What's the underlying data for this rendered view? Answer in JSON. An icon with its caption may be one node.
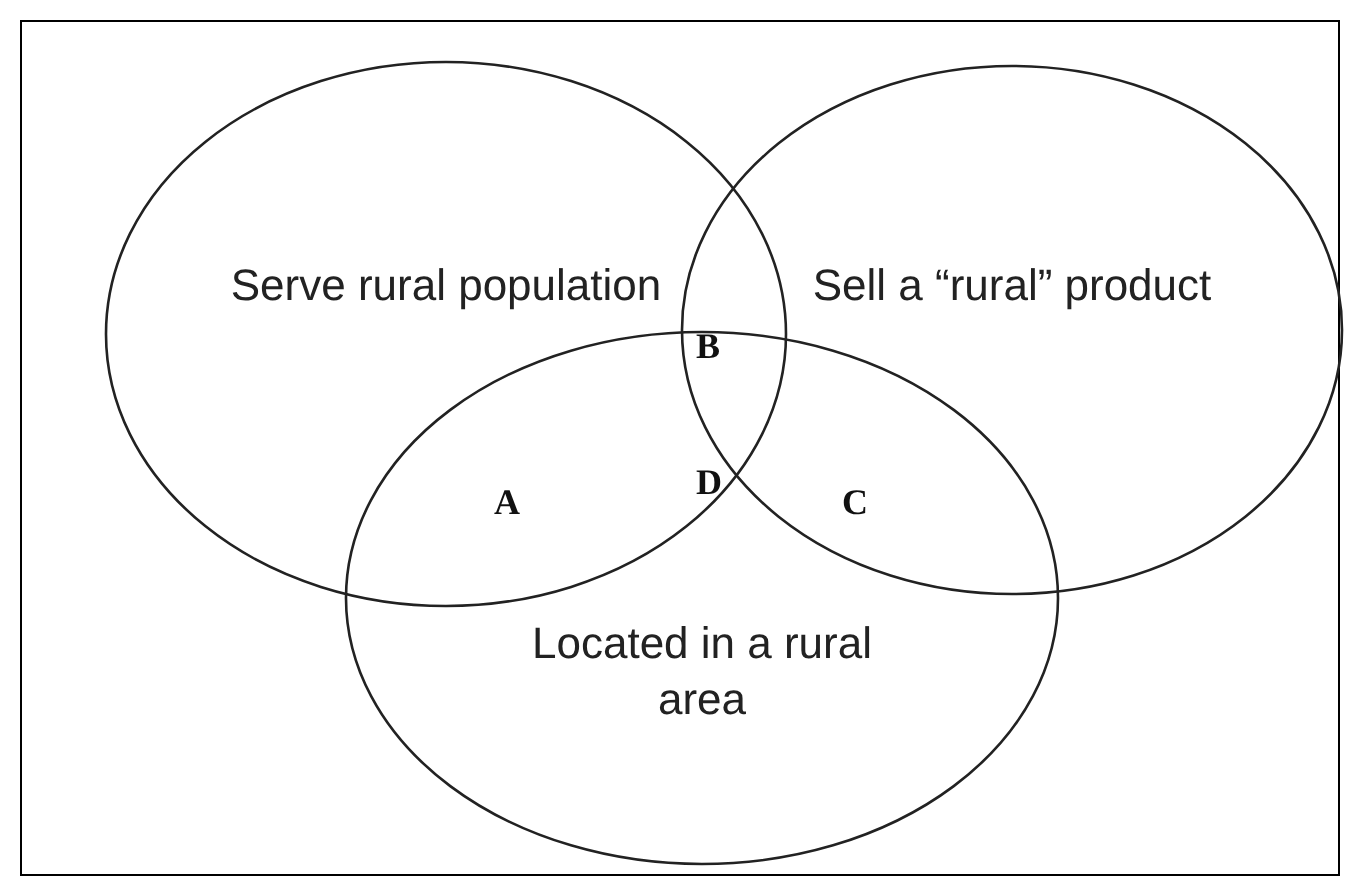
{
  "diagram": {
    "nodes": [
      {
        "text": [
          "Serve rural population"
        ]
      },
      {
        "text": [
          "Sell a “rural” product"
        ]
      },
      {
        "text": [
          "Located in a rural area"
        ]
      }
    ],
    "edges": [],
    "labels": [
      "B",
      "D",
      "A",
      "C"
    ]
  }
}
